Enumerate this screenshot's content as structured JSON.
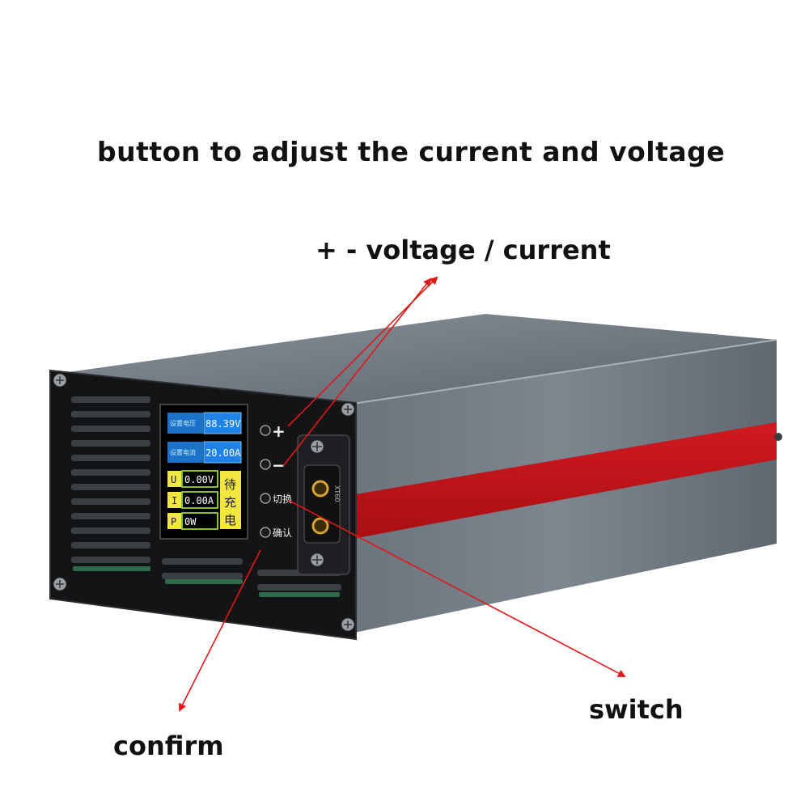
{
  "annotations": {
    "headline": "button to adjust the current and voltage",
    "plus_minus": "+ - voltage / current",
    "switch": "switch",
    "confirm": "confirm"
  },
  "display": {
    "set_voltage_label": "设置电压",
    "set_voltage_value": "88.39V",
    "set_current_label": "设置电流",
    "set_current_value": "20.00A",
    "u_label": "U",
    "u_value": "0.00V",
    "i_label": "I",
    "i_value": "0.00A",
    "p_label": "P",
    "p_value": "0W",
    "status": [
      "待",
      "充",
      "电"
    ]
  },
  "buttons": {
    "plus": "+",
    "minus": "−",
    "switch": "切换",
    "confirm": "确认"
  },
  "colors": {
    "arrow": "#e01818",
    "stripe": "#c4161c",
    "body": "#6c7580",
    "lcd_green": "#b8ff3a",
    "lcd_yellow": "#f4e640",
    "lcd_blue": "#1b73c9"
  }
}
